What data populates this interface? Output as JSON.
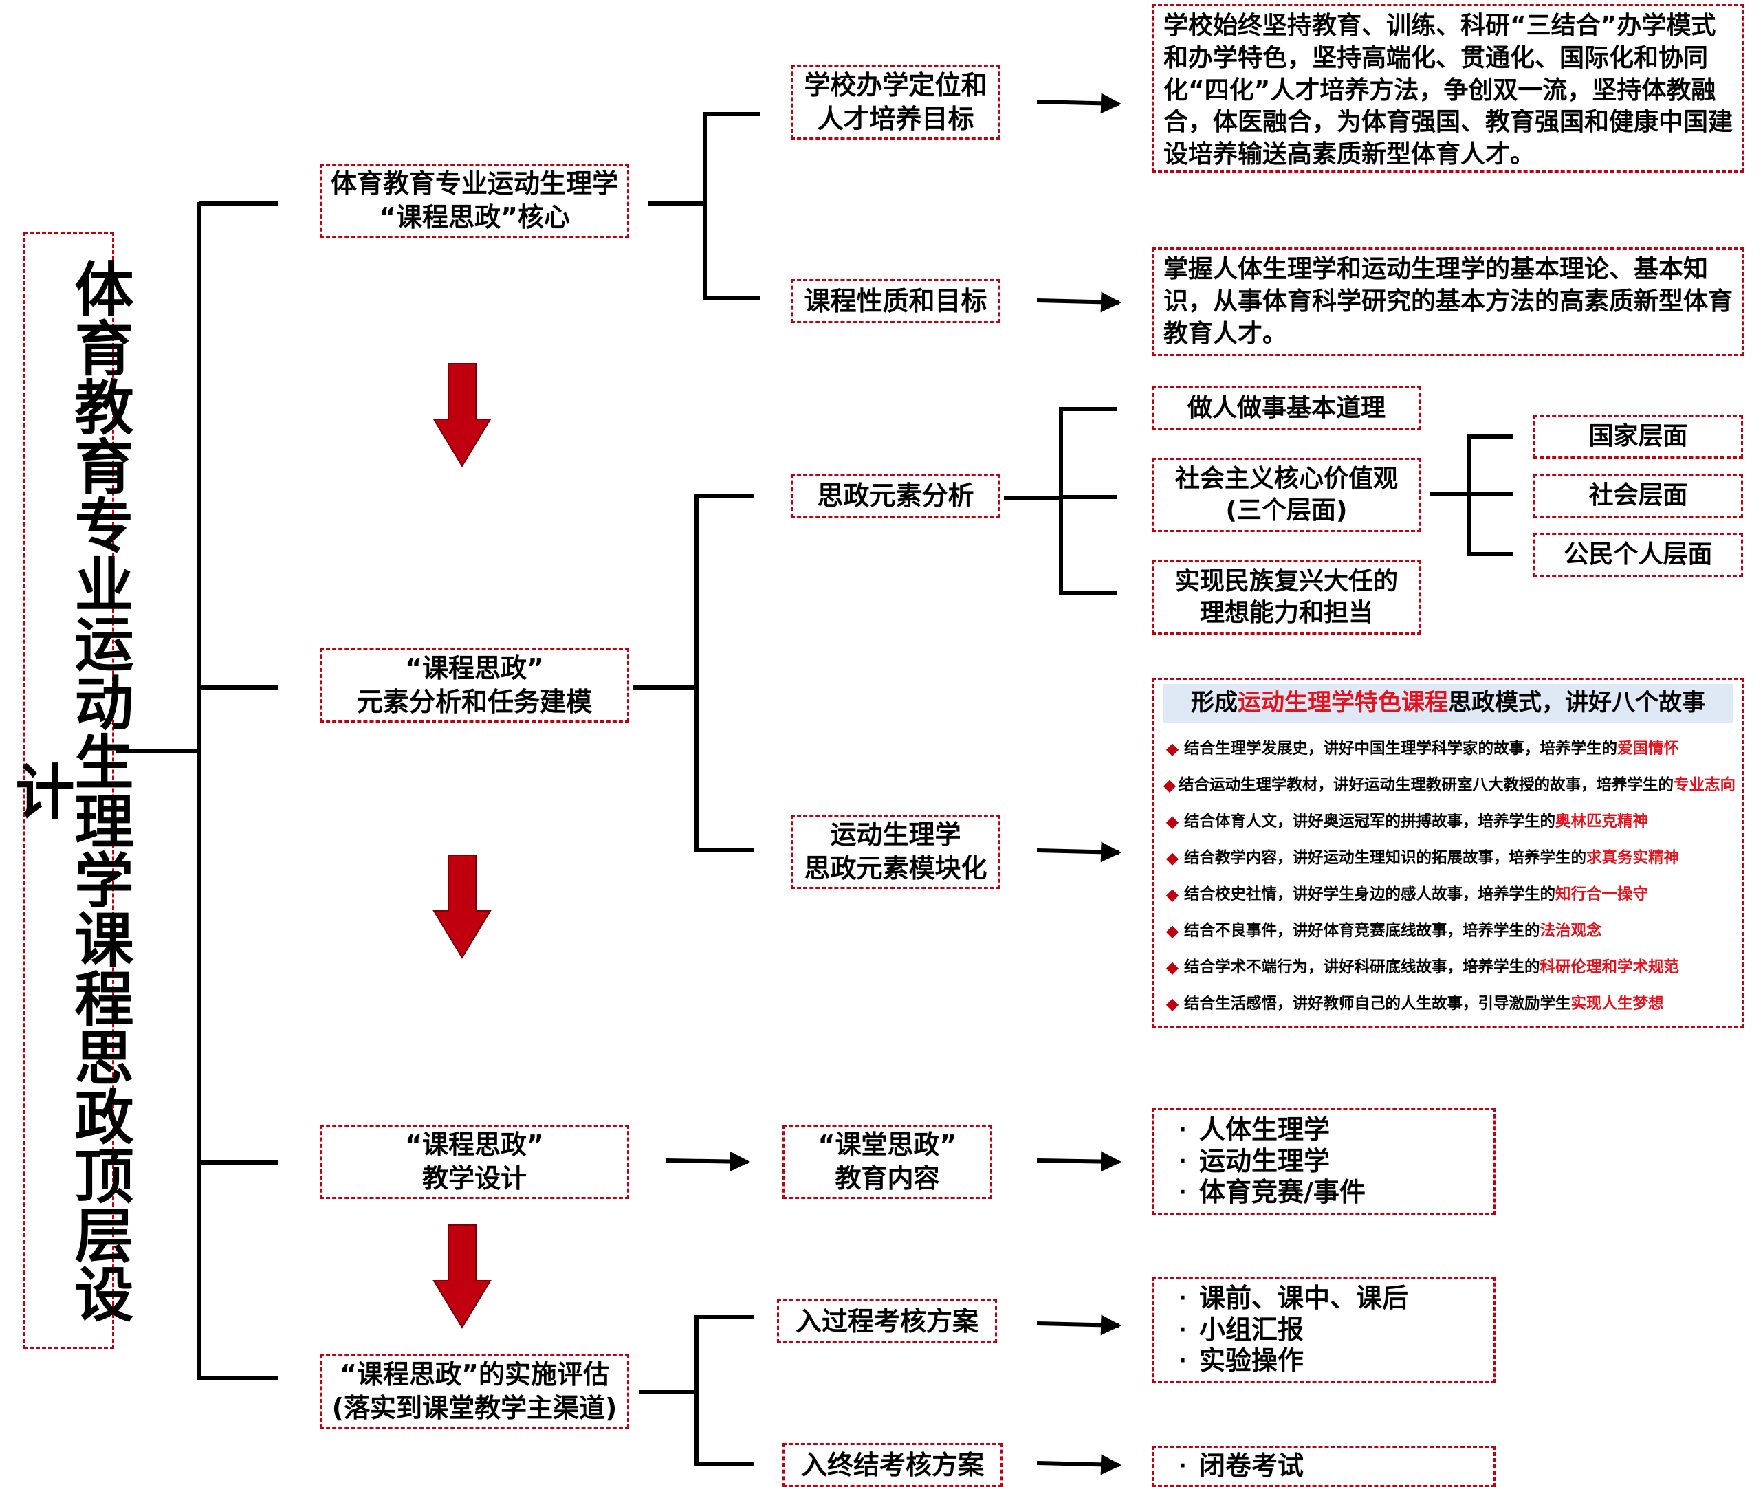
{
  "main_title": "体育教育专业运动生理学课程思政顶层设计",
  "level1": {
    "core": [
      "体育教育专业运动生理学",
      "“课程思政”核心"
    ],
    "elements": [
      "“课程思政”",
      "元素分析和任务建模"
    ],
    "teaching": [
      "“课程思政”",
      "教学设计"
    ],
    "evaluation": [
      "“课程思政”的实施评估",
      "(落实到课堂教学主渠道)"
    ]
  },
  "level2": {
    "positioning": [
      "学校办学定位和",
      "人才培养目标"
    ],
    "nature": "课程性质和目标",
    "analysis": "思政元素分析",
    "modular": [
      "运动生理学",
      "思政元素模块化"
    ],
    "classroom": [
      "“课堂思政”",
      "教育内容"
    ],
    "process": "入过程考核方案",
    "final": "入终结考核方案"
  },
  "level3": {
    "positioning_text": "学校始终坚持教育、训练、科研“三结合”办学模式和办学特色，坚持高端化、贯通化、国际化和协同化“四化”人才培养方法，争创双一流，坚持体教融合，体医融合，为体育强国、教育强国和健康中国建设培养输送高素质新型体育人才。",
    "nature_text": "掌握人体生理学和运动生理学的基本理论、基本知识，从事体育科学研究的基本方法的高素质新型体育教育人才。",
    "analysis_items": {
      "item1": "做人做事基本道理",
      "item2": [
        "社会主义核心价值观",
        "(三个层面)"
      ],
      "item3": [
        "实现民族复兴大任的",
        "理想能力和担当"
      ]
    },
    "levels": [
      "国家层面",
      "社会层面",
      "公民个人层面"
    ],
    "stories": {
      "head_prefix": "形成",
      "head_red": "运动生理学特色课程",
      "head_suffix": "思政模式，讲好八个故事",
      "items": [
        {
          "text": "结合生理学发展史，讲好中国生理学科学家的故事，培养学生的",
          "red": "爱国情怀"
        },
        {
          "text": "结合运动生理学教材，讲好运动生理教研室八大教授的故事，培养学生的",
          "red": "专业志向"
        },
        {
          "text": "结合体育人文，讲好奥运冠军的拼搏故事，培养学生的",
          "red": "奥林匹克精神"
        },
        {
          "text": "结合教学内容，讲好运动生理知识的拓展故事，培养学生的",
          "red": "求真务实精神"
        },
        {
          "text": "结合校史社情，讲好学生身边的感人故事，培养学生的",
          "red": "知行合一操守"
        },
        {
          "text": "结合不良事件，讲好体育竞赛底线故事，培养学生的",
          "red": "法治观念"
        },
        {
          "text": "结合学术不端行为，讲好科研底线故事，培养学生的",
          "red": "科研伦理和学术规范"
        },
        {
          "text": "结合生活感悟，讲好教师自己的人生故事，引导激励学生",
          "red": "实现人生梦想"
        }
      ]
    },
    "classroom_items": [
      "人体生理学",
      "运动生理学",
      "体育竞赛/事件"
    ],
    "process_items": [
      "课前、课中、课后",
      "小组汇报",
      "实验操作"
    ],
    "final_items": [
      "闭卷考试"
    ],
    "bullet": "·"
  },
  "colors": {
    "border": "#c0000f",
    "arrow": "#c0000f",
    "highlight": "#e8101a",
    "story_head_bg": "#dfe8f5"
  }
}
